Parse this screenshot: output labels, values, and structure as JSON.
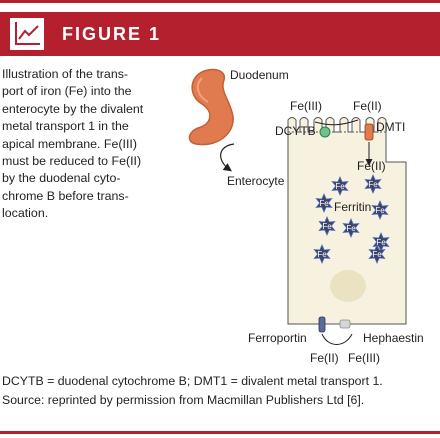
{
  "header": {
    "title": "FIGURE 1",
    "icon": "line-chart-icon",
    "accent_color": "#b5202e"
  },
  "caption": "Illustration of the trans-\nport of iron (Fe) into the\nenterocyte by the divalent\nmetal transport 1 in the\napical membrane. Fe(III)\nmust be reduced to Fe(II)\nby the duodenal cyto-\nchrome B before trans-\nlocation.",
  "diagram": {
    "duodenum": "Duodenum",
    "enterocyte": "Enterocyte",
    "dcytb": "DCYTB",
    "dmt1": "DMTI",
    "fe3_top": "Fe(III)",
    "fe2_top": "Fe(II)",
    "fe2_mid": "Fe(II)",
    "ferritin": "Ferritin",
    "fe_label": "Fe",
    "ferroportin": "Ferroportin",
    "hephaestin": "Hephaestin",
    "fe2_bottom": "Fe(II)",
    "fe3_bottom": "Fe(III)",
    "duodenum_color": "#e07a4f",
    "dcytb_color": "#6fc28d",
    "ferritin_star_color": "#3d4466"
  },
  "footnote": {
    "line1": "DCYTB = duodenal cytochrome B; DMT1 = divalent metal transport 1.",
    "line2": "Source: reprinted by permission from Macmillan Publishers Ltd [6]."
  }
}
